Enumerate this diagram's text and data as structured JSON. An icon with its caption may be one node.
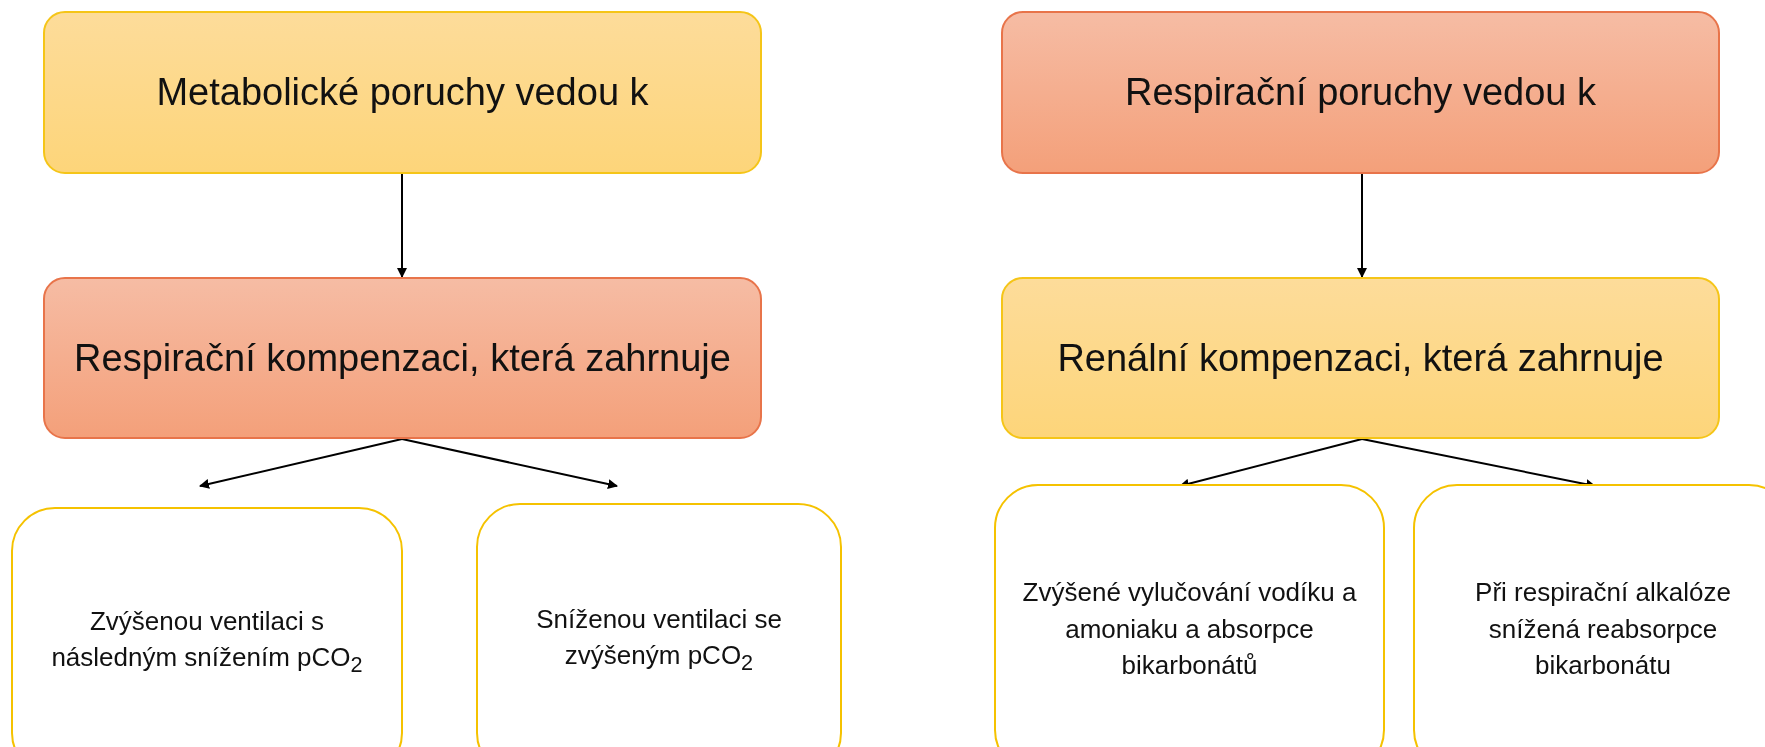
{
  "diagram": {
    "nodes": [
      {
        "text": [
          "Metabolické poruchy vedou k"
        ]
      },
      {
        "text": [
          "Respirační kompenzaci, která zahrnuje"
        ]
      },
      {
        "text": [
          "Zvýšenou ventilaci s následným snížením pCO$_{2}$"
        ]
      },
      {
        "text": [
          "Sníženou ventilaci se zvýšeným pCO$_{2}$"
        ]
      },
      {
        "text": [
          "Respirační poruchy vedou k"
        ]
      },
      {
        "text": [
          "Renální kompenzaci, která zahrnuje"
        ]
      },
      {
        "text": [
          "Zvýšené vylučování vodíku a amoniaku a absorpce bikarbonátů"
        ]
      },
      {
        "text": [
          "Při respirační alkalóze snížená reabsorpce bikarbonátu"
        ]
      }
    ],
    "edges": [
      {
        "from": 0,
        "to": 1,
        "arrow": "to"
      },
      {
        "from": 1,
        "to": 2,
        "arrow": "to"
      },
      {
        "from": 1,
        "to": 3,
        "arrow": "to"
      },
      {
        "from": 4,
        "to": 5,
        "arrow": "to"
      },
      {
        "from": 5,
        "to": 6,
        "arrow": "to"
      },
      {
        "from": 5,
        "to": 7,
        "arrow": "to"
      }
    ]
  }
}
